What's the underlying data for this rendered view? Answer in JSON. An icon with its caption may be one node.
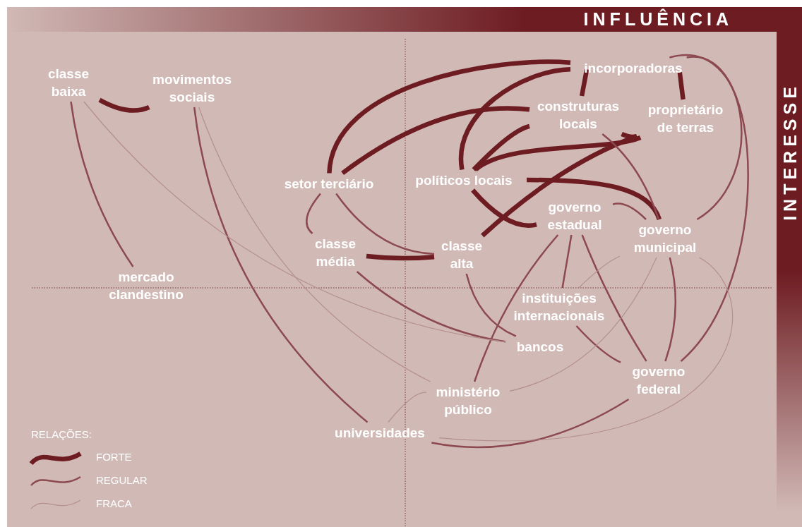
{
  "diagram": {
    "nodes": [
      {
        "text": [
          "classe baixa"
        ]
      },
      {
        "text": [
          "movimentos sociais"
        ]
      },
      {
        "text": [
          "incorporadoras"
        ]
      },
      {
        "text": [
          "construturas locais"
        ]
      },
      {
        "text": [
          "proprietário de terras"
        ]
      },
      {
        "text": [
          "setor terciário"
        ]
      },
      {
        "text": [
          "políticos locais"
        ]
      },
      {
        "text": [
          "governo estadual"
        ]
      },
      {
        "text": [
          "governo municipal"
        ]
      },
      {
        "text": [
          "classe média"
        ]
      },
      {
        "text": [
          "classe alta"
        ]
      },
      {
        "text": [
          "mercado clandestino"
        ]
      },
      {
        "text": [
          "instituições internacionais"
        ]
      },
      {
        "text": [
          "bancos"
        ]
      },
      {
        "text": [
          "governo federal"
        ]
      },
      {
        "text": [
          "ministério público"
        ]
      },
      {
        "text": [
          "universidades"
        ]
      }
    ],
    "edges": [
      {
        "from": 0,
        "to": 1,
        "arrow": "none",
        "style": "thick",
        "color": "#6d1c22"
      },
      {
        "from": 5,
        "to": 2,
        "arrow": "none",
        "style": "thick",
        "color": "#6d1c22"
      },
      {
        "from": 5,
        "to": 3,
        "arrow": "none",
        "style": "thick",
        "color": "#6d1c22"
      },
      {
        "from": 6,
        "to": 2,
        "arrow": "none",
        "style": "thick",
        "color": "#6d1c22"
      },
      {
        "from": 6,
        "to": 3,
        "arrow": "none",
        "style": "thick",
        "color": "#6d1c22"
      },
      {
        "from": 6,
        "to": 4,
        "arrow": "none",
        "style": "thick",
        "color": "#6d1c22"
      },
      {
        "from": 6,
        "to": 8,
        "arrow": "none",
        "style": "thick",
        "color": "#6d1c22"
      },
      {
        "from": 6,
        "to": 7,
        "arrow": "none",
        "style": "thick",
        "color": "#6d1c22"
      },
      {
        "from": 10,
        "to": 4,
        "arrow": "none",
        "style": "thick",
        "color": "#6d1c22"
      },
      {
        "from": 2,
        "to": 3,
        "arrow": "none",
        "style": "thick",
        "color": "#6d1c22"
      },
      {
        "from": 2,
        "to": 4,
        "arrow": "none",
        "style": "thick",
        "color": "#6d1c22"
      },
      {
        "from": 3,
        "to": 4,
        "arrow": "none",
        "style": "thick",
        "color": "#6d1c22"
      },
      {
        "from": 9,
        "to": 10,
        "arrow": "none",
        "style": "thick",
        "color": "#6d1c22"
      },
      {
        "from": 0,
        "to": 11,
        "arrow": "none"
      },
      {
        "from": 1,
        "to": 16,
        "arrow": "none"
      },
      {
        "from": 5,
        "to": 9,
        "arrow": "none"
      },
      {
        "from": 5,
        "to": 10,
        "arrow": "none"
      },
      {
        "from": 3,
        "to": 8,
        "arrow": "none"
      },
      {
        "from": 2,
        "to": 8,
        "arrow": "none"
      },
      {
        "from": 2,
        "to": 14,
        "arrow": "none"
      },
      {
        "from": 7,
        "to": 8,
        "arrow": "none"
      },
      {
        "from": 7,
        "to": 12,
        "arrow": "none"
      },
      {
        "from": 7,
        "to": 14,
        "arrow": "none"
      },
      {
        "from": 7,
        "to": 15,
        "arrow": "none"
      },
      {
        "from": 8,
        "to": 14,
        "arrow": "none"
      },
      {
        "from": 10,
        "to": 13,
        "arrow": "none"
      },
      {
        "from": 9,
        "to": 13,
        "arrow": "none"
      },
      {
        "from": 12,
        "to": 14,
        "arrow": "none"
      },
      {
        "from": 14,
        "to": 16,
        "arrow": "none"
      },
      {
        "from": 0,
        "to": 13,
        "arrow": "none",
        "color": "#b3908d"
      },
      {
        "from": 1,
        "to": 15,
        "arrow": "none",
        "color": "#b3908d"
      },
      {
        "from": 8,
        "to": 12,
        "arrow": "none",
        "color": "#b3908d"
      },
      {
        "from": 8,
        "to": 15,
        "arrow": "none",
        "color": "#b3908d"
      },
      {
        "from": 8,
        "to": 16,
        "arrow": "none",
        "color": "#b3908d"
      },
      {
        "from": 15,
        "to": 16,
        "arrow": "none",
        "color": "#b3908d"
      }
    ],
    "labels": [
      "INFLUÊNCIA",
      "INTERESSE",
      "RELAÇÕES:"
    ],
    "legend": [
      {
        "text": "FORTE"
      },
      {
        "text": "REGULAR"
      },
      {
        "text": "FRACA"
      }
    ]
  }
}
